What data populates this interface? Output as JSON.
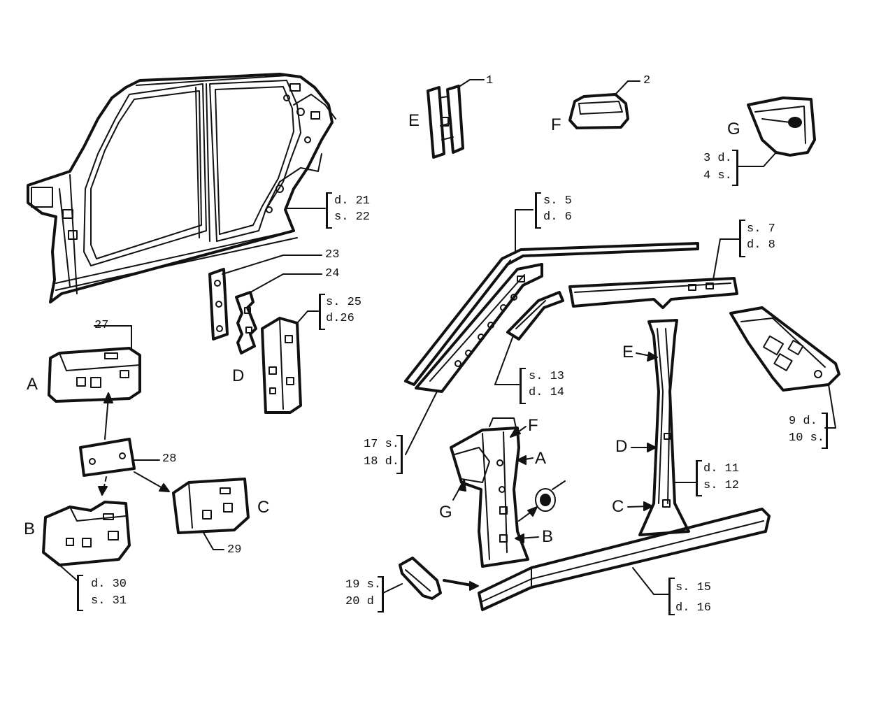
{
  "letters": {
    "E_top": "E",
    "F_top": "F",
    "G_top": "G",
    "A_left": "A",
    "B_left": "B",
    "C_left": "C",
    "D_left": "D",
    "F_mid": "F",
    "A_mid": "A",
    "G_mid": "G",
    "B_mid": "B",
    "E_right": "E",
    "D_right": "D",
    "C_right": "C"
  },
  "numbers": {
    "n1": "1",
    "n2": "2",
    "n23": "23",
    "n24": "24",
    "n27": "27",
    "n28": "28",
    "n29": "29"
  },
  "groups": {
    "g3_4": {
      "a": "3  d.",
      "b": "4  s."
    },
    "g21_22": {
      "a": "d. 21",
      "b": "s. 22"
    },
    "g5_6": {
      "a": "s.  5",
      "b": "d.  6"
    },
    "g7_8": {
      "a": "s. 7",
      "b": "d. 8"
    },
    "g25_26": {
      "a": "s. 25",
      "b": "d.26"
    },
    "g13_14": {
      "a": "s.  13",
      "b": "d.  14"
    },
    "g9_10": {
      "a": "9  d.",
      "b": "10 s."
    },
    "g17_18": {
      "a": "17  s.",
      "b": "18  d."
    },
    "g11_12": {
      "a": "d. 11",
      "b": "s.  12"
    },
    "g30_31": {
      "a": "d.   30",
      "b": "s.   31"
    },
    "g19_20": {
      "a": "19 s.",
      "b": "20 d"
    },
    "g15_16": {
      "a": "s.  15",
      "b": "d.  16"
    }
  }
}
